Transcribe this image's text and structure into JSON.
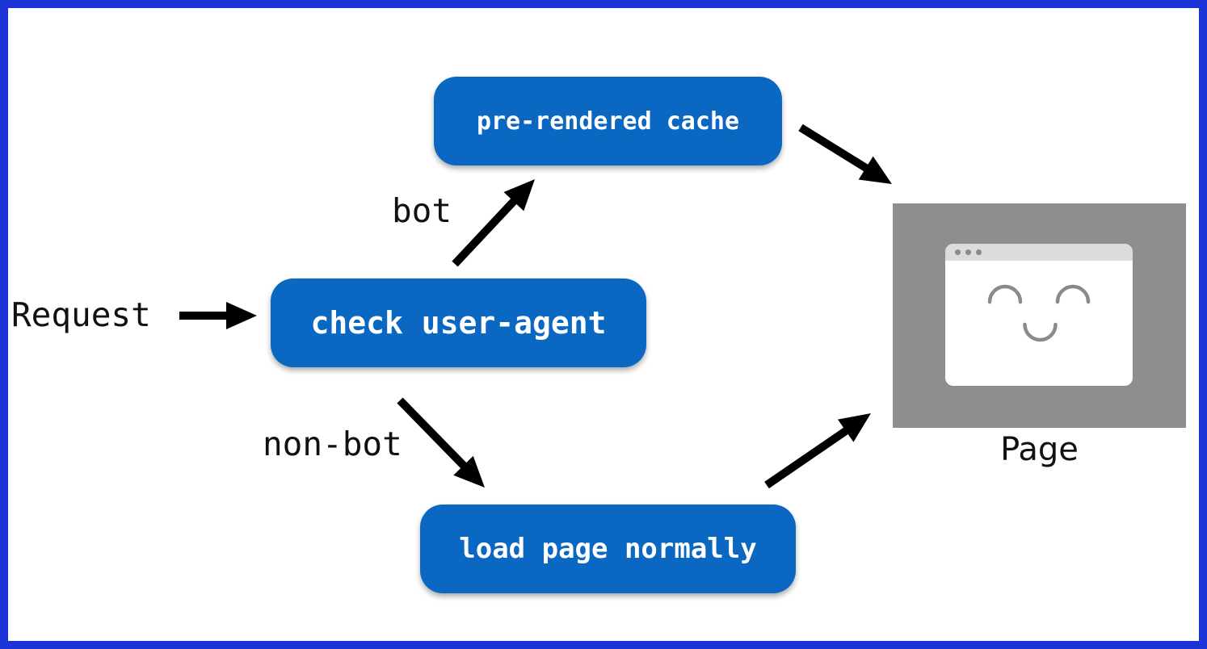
{
  "diagram": {
    "title": "bot-detection pre-render flow",
    "nodes": {
      "cache": {
        "label": "pre-rendered cache"
      },
      "check": {
        "label": "check user-agent"
      },
      "load": {
        "label": "load page normally"
      }
    },
    "labels": {
      "request": "Request",
      "bot": "bot",
      "non_bot": "non-bot",
      "page": "Page"
    },
    "edges": [
      {
        "from": "Request",
        "to": "check user-agent",
        "label": ""
      },
      {
        "from": "check user-agent",
        "to": "pre-rendered cache",
        "label": "bot"
      },
      {
        "from": "check user-agent",
        "to": "load page normally",
        "label": "non-bot"
      },
      {
        "from": "pre-rendered cache",
        "to": "Page",
        "label": ""
      },
      {
        "from": "load page normally",
        "to": "Page",
        "label": ""
      }
    ]
  },
  "colors": {
    "border_blue": "#1c33d8",
    "node_fill": "#0a68c2",
    "node_text": "#ffffff",
    "arrow_color": "#000000",
    "page_bg": "#8e8e8e",
    "page_window": "#ffffff",
    "page_titlebar": "#dcdcdc",
    "page_face": "#8a8a8a"
  }
}
